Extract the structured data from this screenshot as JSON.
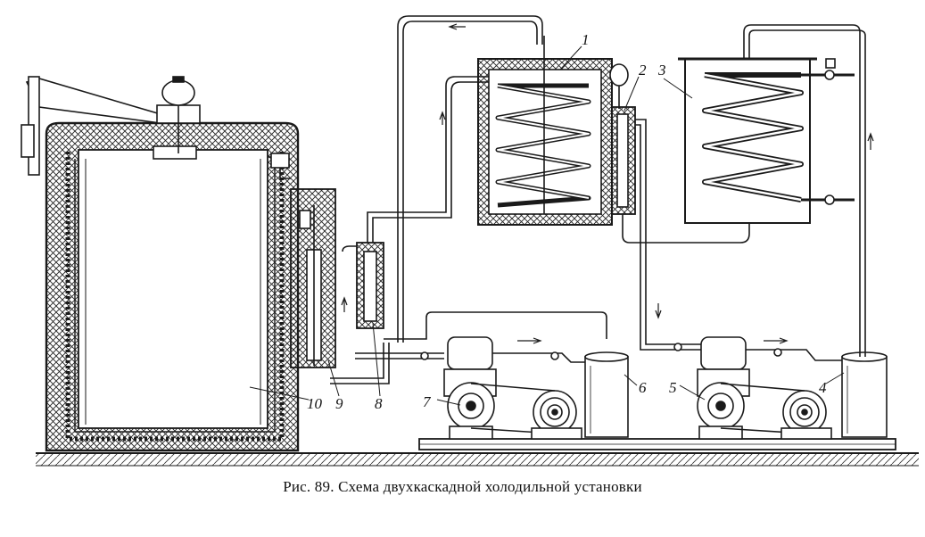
{
  "figure": {
    "caption": "Рис. 89. Схема двухкаскадной холодильной установки",
    "labels": [
      "1",
      "2",
      "3",
      "4",
      "5",
      "6",
      "7",
      "8",
      "9",
      "10"
    ]
  },
  "colors": {
    "ink": "#1a1a1a",
    "paper": "#ffffff"
  }
}
